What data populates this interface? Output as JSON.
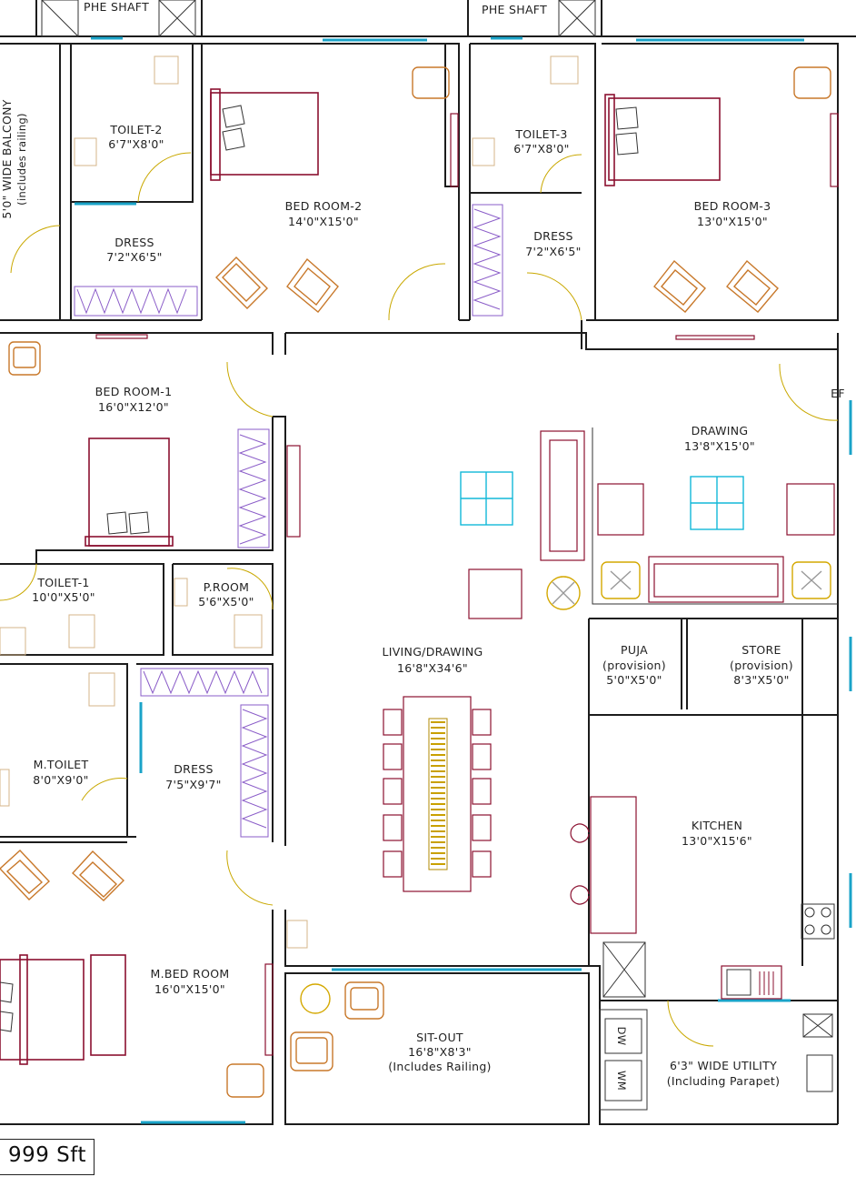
{
  "rooms": {
    "phe_shaft_1": "PHE SHAFT",
    "phe_shaft_2": "PHE SHAFT",
    "balcony": "5'0\" WIDE BALCONY",
    "balcony_note": "(includes railing)",
    "toilet2_name": "TOILET-2",
    "toilet2_dim": "6'7\"X8'0\"",
    "dress1_name": "DRESS",
    "dress1_dim": "7'2\"X6'5\"",
    "bed2_name": "BED ROOM-2",
    "bed2_dim": "14'0\"X15'0\"",
    "toilet3_name": "TOILET-3",
    "toilet3_dim": "6'7\"X8'0\"",
    "dress2_name": "DRESS",
    "dress2_dim": "7'2\"X6'5\"",
    "bed3_name": "BED ROOM-3",
    "bed3_dim": "13'0\"X15'0\"",
    "bed1_name": "BED ROOM-1",
    "bed1_dim": "16'0\"X12'0\"",
    "ef": "EF",
    "drawing_name": "DRAWING",
    "drawing_dim": "13'8\"X15'0\"",
    "toilet1_name": "TOILET-1",
    "toilet1_dim": "10'0\"X5'0\"",
    "proom_name": "P.ROOM",
    "proom_dim": "5'6\"X5'0\"",
    "living_name": "LIVING/DRAWING",
    "living_dim": "16'8\"X34'6\"",
    "puja_name": "PUJA",
    "puja_note": "(provision)",
    "puja_dim": "5'0\"X5'0\"",
    "store_name": "STORE",
    "store_note": "(provision)",
    "store_dim": "8'3\"X5'0\"",
    "mtoilet_name": "M.TOILET",
    "mtoilet_dim": "8'0\"X9'0\"",
    "dress3_name": "DRESS",
    "dress3_dim": "7'5\"X9'7\"",
    "kitchen_name": "KITCHEN",
    "kitchen_dim": "13'0\"X15'6\"",
    "mbed_name": "M.BED ROOM",
    "mbed_dim": "16'0\"X15'0\"",
    "sitout_name": "SIT-OUT",
    "sitout_dim": "16'8\"X8'3\"",
    "sitout_note": "(Includes Railing)",
    "utility_name": "6'3\" WIDE UTILITY",
    "utility_note": "(Including Parapet)",
    "dw": "DW",
    "wm": "WM"
  },
  "area_label": "999 Sft",
  "colors": {
    "wall": "#1c1c1c",
    "window": "#1aa3c8",
    "door_arc": "#c9a800",
    "bed": "#8b1030",
    "chair": "#c8782a",
    "wardrobe": "#8a5cc8"
  }
}
